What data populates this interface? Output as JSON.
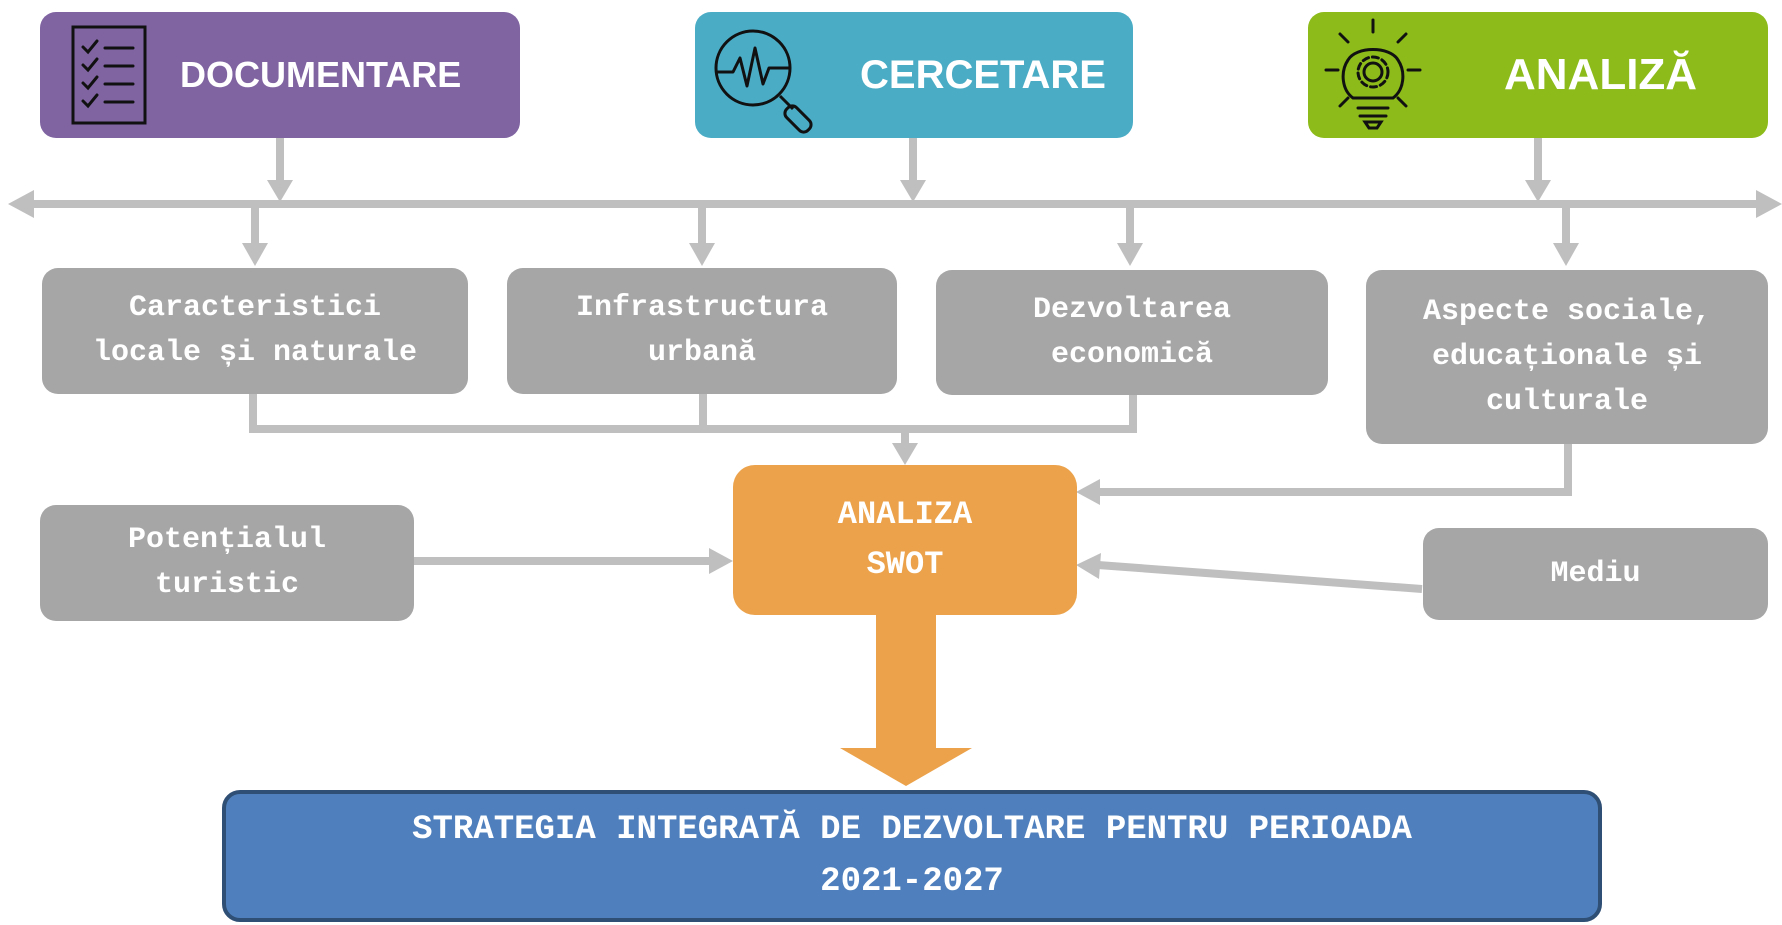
{
  "headers": {
    "documentare": {
      "label": "DOCUMENTARE",
      "icon": "checklist-icon",
      "color": "#8064a2"
    },
    "cercetare": {
      "label": "CERCETARE",
      "icon": "magnifier-pulse-icon",
      "color": "#4bacc6"
    },
    "analiza": {
      "label": "ANALIZĂ",
      "icon": "lightbulb-gear-icon",
      "color": "#8cbb1a"
    }
  },
  "topics": {
    "caracteristici": "Caracteristici locale și naturale",
    "infrastructura": "Infrastructura urbană",
    "dezvoltarea": "Dezvoltarea economică",
    "aspecte": "Aspecte sociale, educaționale și culturale",
    "potential": "Potențialul turistic",
    "mediu": "Mediu"
  },
  "swot": {
    "label": "ANALIZA SWOT",
    "color": "#eba24a"
  },
  "strategy": {
    "label": "STRATEGIA INTEGRATĂ DE DEZVOLTARE PENTRU PERIOADA 2021-2027",
    "color": "#4f80bd"
  },
  "connector_color": "#bfbfbf"
}
